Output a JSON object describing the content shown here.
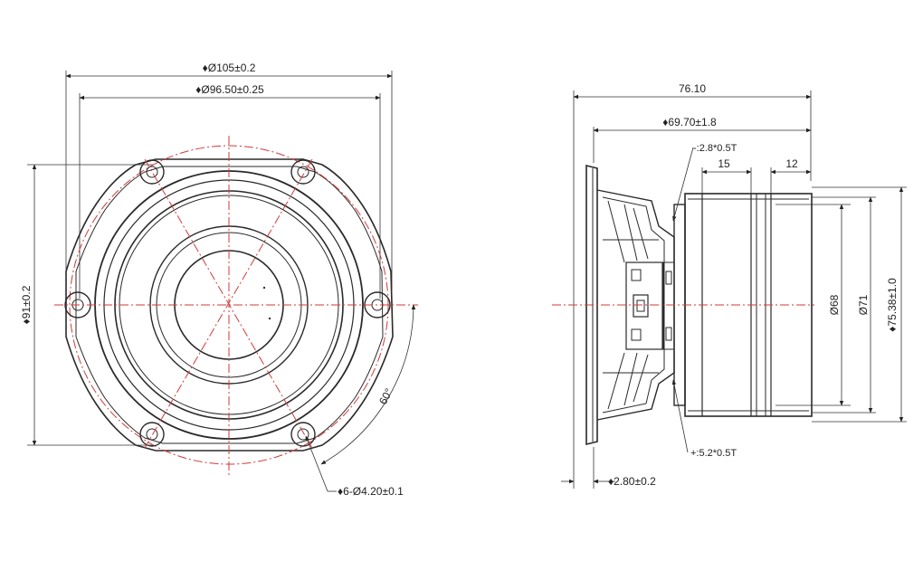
{
  "front_view": {
    "outer_diameter": "♦Ø105±0.2",
    "inner_diameter": "♦Ø96.50±0.25",
    "height": "♦91±0.2",
    "angle": "60°",
    "holes": "♦6-Ø4.20±0.1"
  },
  "side_view": {
    "total_length": "76.10",
    "body_length": "♦69.70±1.8",
    "terminal_minus": "-:2.8*0.5T",
    "terminal_plus": "+:5.2*0.5T",
    "dim_15": "15",
    "dim_12": "12",
    "dia_68": "Ø68",
    "dia_71": "Ø71",
    "dia_75": "♦75.38±1.0",
    "flange": "♦2.80±0.2"
  },
  "colors": {
    "centerline": "#d23a3a",
    "line": "#2a2a2a"
  }
}
